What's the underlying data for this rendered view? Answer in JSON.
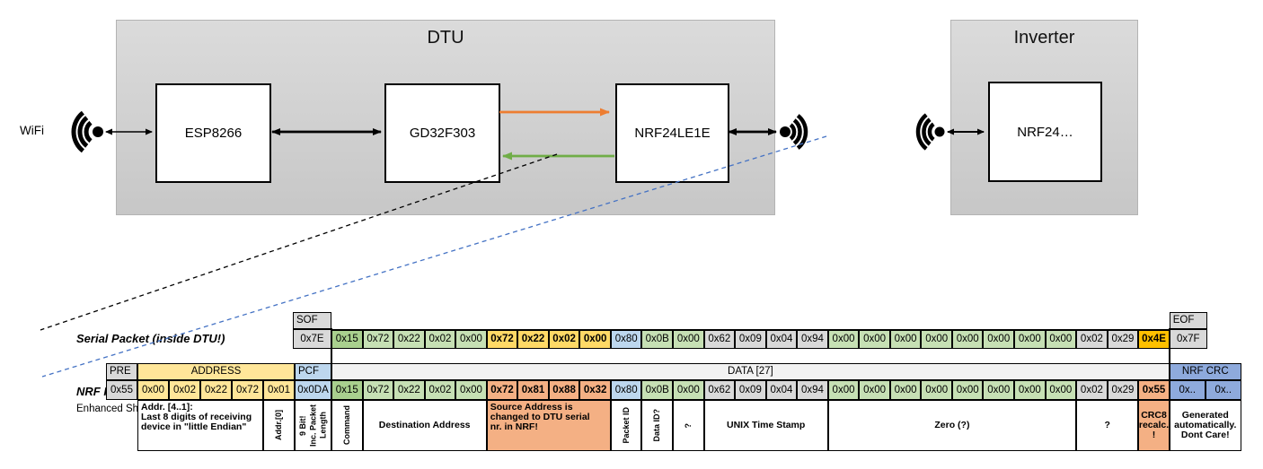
{
  "diagram": {
    "wifi_label": "WiFi",
    "dtu": {
      "title": "DTU",
      "components": [
        {
          "label": "ESP8266"
        },
        {
          "label": "GD32F303"
        },
        {
          "label": "NRF24LE1E"
        }
      ]
    },
    "inverter": {
      "title": "Inverter",
      "components": [
        {
          "label": "NRF24…"
        }
      ]
    }
  },
  "colors": {
    "gray": "#D9D9D9",
    "gdark": "#A9D08E",
    "glight": "#C6E0B4",
    "yellow": "#FFD966",
    "gold": "#FFC000",
    "blue": "#BDD7EE",
    "salmon": "#F4B084",
    "yhdr": "#FFE699",
    "crc": "#8EAADC",
    "datahdr": "#F2F2F2",
    "arrow_orange": "#ED7D31",
    "arrow_green": "#70AD47",
    "dash_blue": "#4472C4",
    "dash_black": "#000000"
  },
  "serial_packet": {
    "label": "Serial Packet (inside DTU!)",
    "sof_header": "SOF",
    "sof_value": "0x7E",
    "eof_header": "EOF",
    "eof_value": "0x7F",
    "bytes": [
      [
        "0x15",
        "gdark"
      ],
      [
        "0x72",
        "glight"
      ],
      [
        "0x22",
        "glight"
      ],
      [
        "0x02",
        "glight"
      ],
      [
        "0x00",
        "glight"
      ],
      [
        "0x72",
        "yellow"
      ],
      [
        "0x22",
        "yellow"
      ],
      [
        "0x02",
        "yellow"
      ],
      [
        "0x00",
        "yellow"
      ],
      [
        "0x80",
        "blue"
      ],
      [
        "0x0B",
        "glight"
      ],
      [
        "0x00",
        "glight"
      ],
      [
        "0x62",
        "gray"
      ],
      [
        "0x09",
        "gray"
      ],
      [
        "0x04",
        "gray"
      ],
      [
        "0x94",
        "gray"
      ],
      [
        "0x00",
        "glight"
      ],
      [
        "0x00",
        "glight"
      ],
      [
        "0x00",
        "glight"
      ],
      [
        "0x00",
        "glight"
      ],
      [
        "0x00",
        "glight"
      ],
      [
        "0x00",
        "glight"
      ],
      [
        "0x00",
        "glight"
      ],
      [
        "0x00",
        "glight"
      ],
      [
        "0x02",
        "gray"
      ],
      [
        "0x29",
        "gray"
      ],
      [
        "0x4E",
        "gold"
      ]
    ]
  },
  "nrf_packet": {
    "label": "NRF Packet",
    "sublabel": "Enhanced Shockburst",
    "headers": {
      "pre": "PRE",
      "address": "ADDRESS",
      "pcf": "PCF",
      "data": "DATA [27]",
      "crc": "NRF CRC"
    },
    "bytes": [
      [
        "0x55",
        "gray"
      ],
      [
        "0x00",
        "yhdr"
      ],
      [
        "0x02",
        "yhdr"
      ],
      [
        "0x22",
        "yhdr"
      ],
      [
        "0x72",
        "yhdr"
      ],
      [
        "0x01",
        "yhdr"
      ],
      [
        "0x0DA",
        "blue"
      ],
      [
        "0x15",
        "gdark"
      ],
      [
        "0x72",
        "glight"
      ],
      [
        "0x22",
        "glight"
      ],
      [
        "0x02",
        "glight"
      ],
      [
        "0x00",
        "glight"
      ],
      [
        "0x72",
        "salmon"
      ],
      [
        "0x81",
        "salmon"
      ],
      [
        "0x88",
        "salmon"
      ],
      [
        "0x32",
        "salmon"
      ],
      [
        "0x80",
        "blue"
      ],
      [
        "0x0B",
        "glight"
      ],
      [
        "0x00",
        "glight"
      ],
      [
        "0x62",
        "gray"
      ],
      [
        "0x09",
        "gray"
      ],
      [
        "0x04",
        "gray"
      ],
      [
        "0x94",
        "gray"
      ],
      [
        "0x00",
        "glight"
      ],
      [
        "0x00",
        "glight"
      ],
      [
        "0x00",
        "glight"
      ],
      [
        "0x00",
        "glight"
      ],
      [
        "0x00",
        "glight"
      ],
      [
        "0x00",
        "glight"
      ],
      [
        "0x00",
        "glight"
      ],
      [
        "0x00",
        "glight"
      ],
      [
        "0x02",
        "gray"
      ],
      [
        "0x29",
        "gray"
      ],
      [
        "0x55",
        "salmon"
      ],
      [
        "0x..",
        "crc"
      ],
      [
        "0x..",
        "crc"
      ]
    ],
    "annotations": [
      {
        "span": 1,
        "kind": "empty",
        "text": ""
      },
      {
        "span": 4,
        "kind": "left",
        "text": "Addr. [4..1]:\nLast 8 digits of receiving\ndevice in \"little Endian\""
      },
      {
        "span": 1,
        "kind": "vert",
        "text": "Addr.[0]"
      },
      {
        "span": 1,
        "kind": "vert",
        "text": "9 Bit!\nInc. Packet\nLength"
      },
      {
        "span": 1,
        "kind": "vert",
        "text": "Command"
      },
      {
        "span": 4,
        "kind": "center",
        "text": "Destination Address"
      },
      {
        "span": 4,
        "kind": "left",
        "salmon": true,
        "text": "Source Address is\nchanged to DTU serial\nnr. in NRF!"
      },
      {
        "span": 1,
        "kind": "vert",
        "text": "Packet ID"
      },
      {
        "span": 1,
        "kind": "vert",
        "text": "Data ID?"
      },
      {
        "span": 1,
        "kind": "vert",
        "text": "?"
      },
      {
        "span": 4,
        "kind": "center",
        "text": "UNIX Time Stamp"
      },
      {
        "span": 8,
        "kind": "center",
        "text": "Zero (?)"
      },
      {
        "span": 2,
        "kind": "center",
        "text": "?"
      },
      {
        "span": 1,
        "kind": "center",
        "salmon": true,
        "text": "CRC8\nrecalc.\n!"
      },
      {
        "span": 2,
        "kind": "center",
        "text": "Generated\nautomatically.\nDont Care!"
      }
    ]
  }
}
